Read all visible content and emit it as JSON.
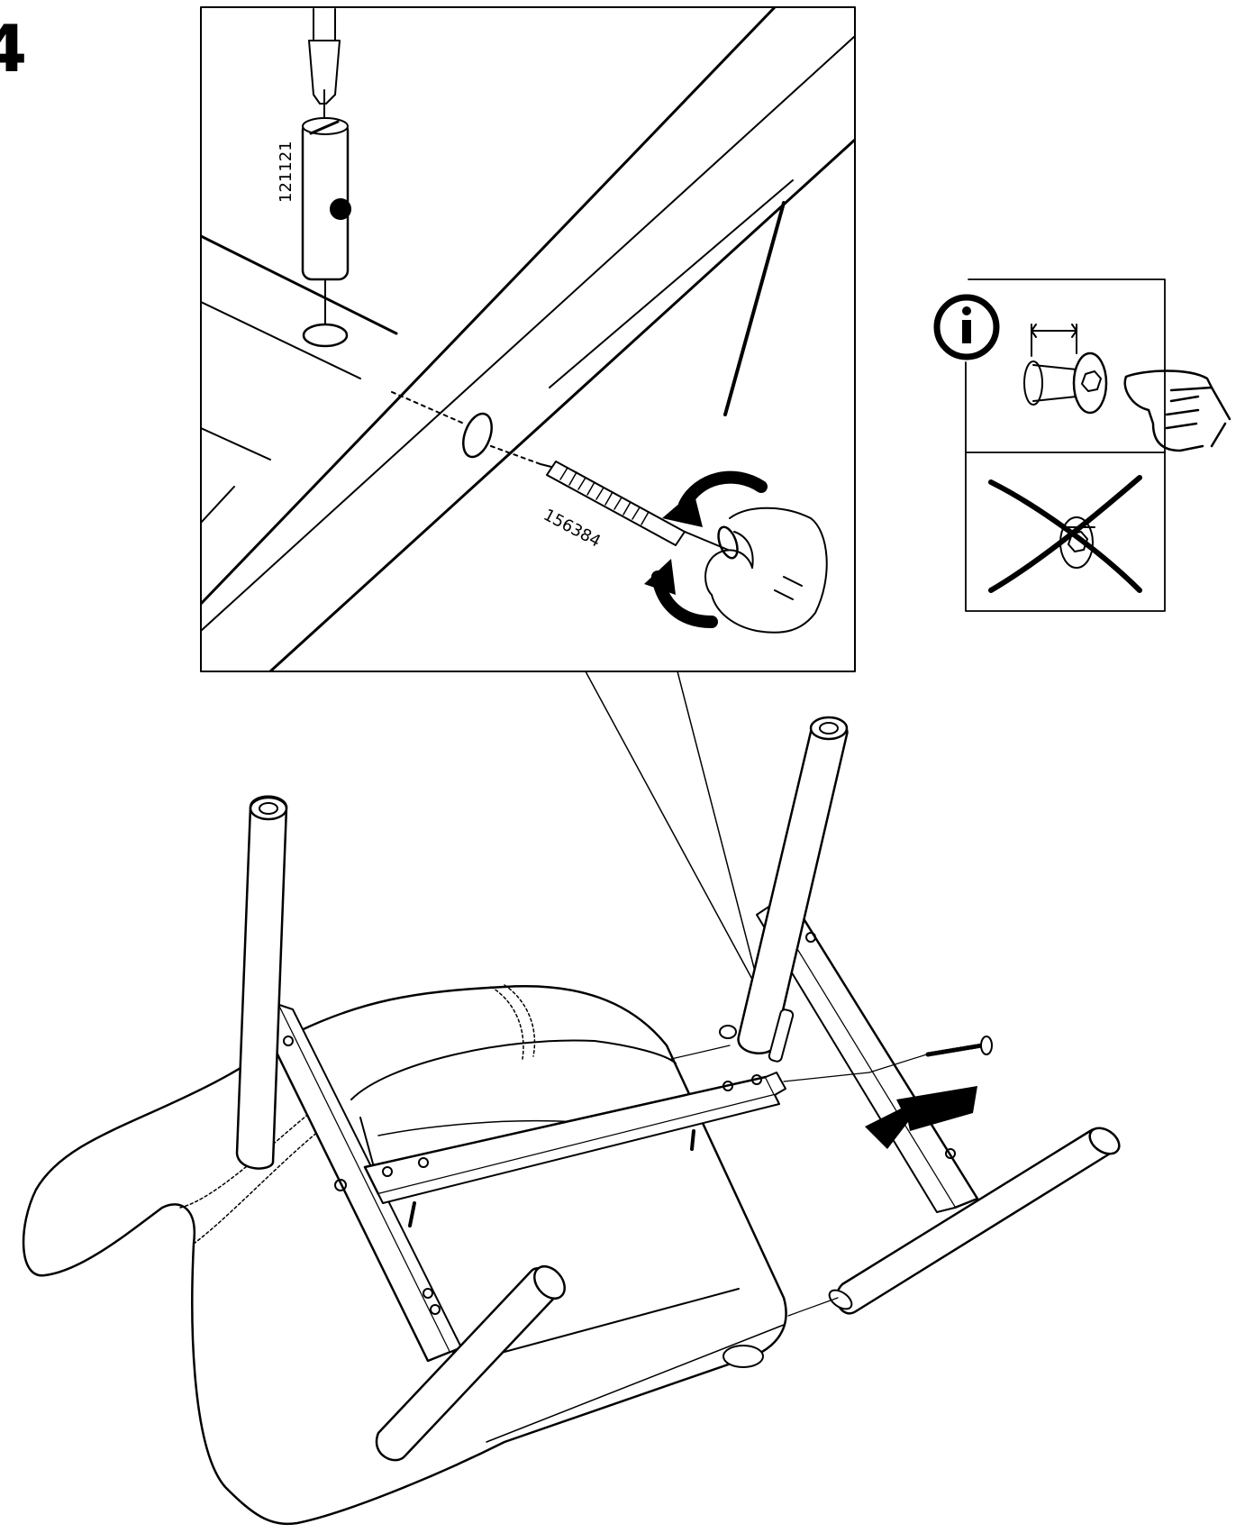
{
  "step": {
    "number": "4"
  },
  "parts": {
    "cam_lock_id": "121121",
    "bolt_id": "156384"
  },
  "info_box": {
    "icon": "info-icon",
    "correct_icon": "pointing-hand-icon",
    "wrong_icon": "cross-icon"
  },
  "colors": {
    "line": "#000000",
    "background": "#ffffff"
  }
}
